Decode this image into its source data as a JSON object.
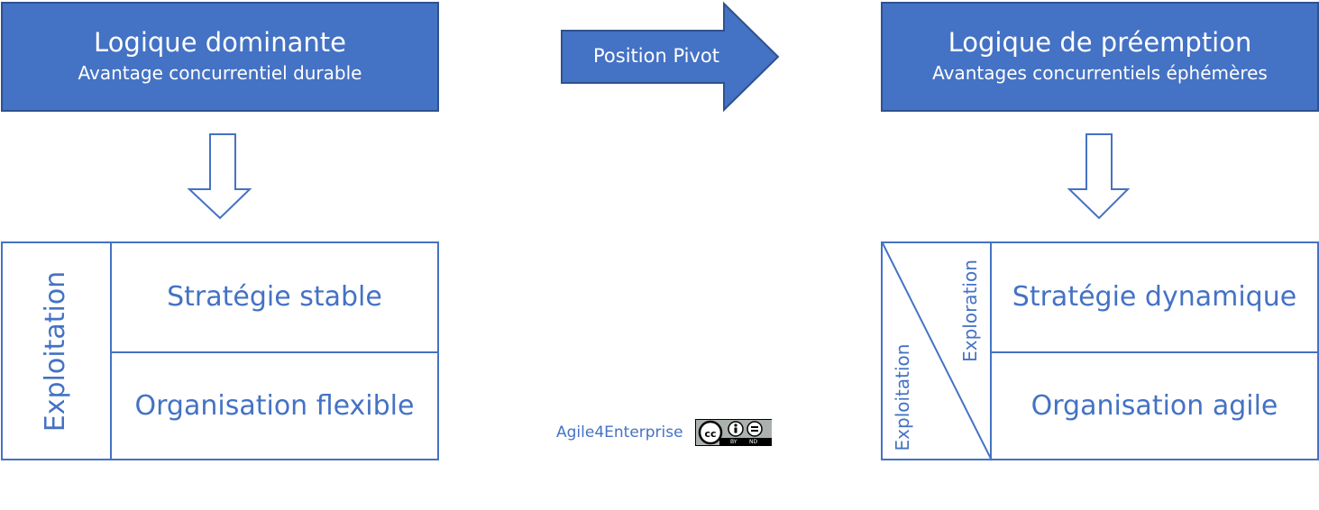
{
  "left_header": {
    "title": "Logique dominante",
    "subtitle": "Avantage concurrentiel durable"
  },
  "pivot": {
    "label": "Position Pivot"
  },
  "right_header": {
    "title": "Logique de préemption",
    "subtitle": "Avantages concurrentiels éphémères"
  },
  "left_grid": {
    "side_label": "Exploitation",
    "top_cell": "Stratégie stable",
    "bottom_cell": "Organisation flexible"
  },
  "right_grid": {
    "side_label_low": "Exploitation",
    "side_label_high": "Exploration",
    "top_cell": "Stratégie dynamique",
    "bottom_cell": "Organisation agile"
  },
  "footer": {
    "brand": "Agile4Enterprise",
    "license_badge": "cc-by-nd-icon",
    "license_letters": [
      "BY",
      "ND"
    ]
  },
  "colors": {
    "primary": "#4472c4",
    "primary_border": "#2f528f"
  }
}
